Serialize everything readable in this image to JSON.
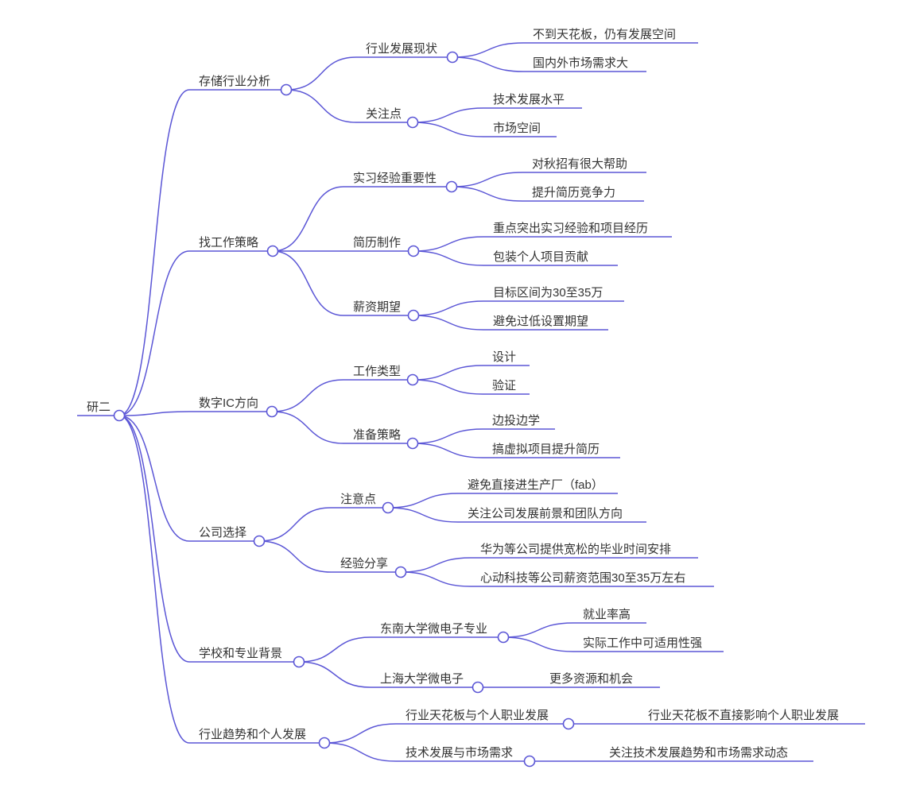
{
  "mindmap": {
    "root": "研二",
    "branches": [
      {
        "label": "存储行业分析",
        "children": [
          {
            "label": "行业发展现状",
            "children": [
              "不到天花板，仍有发展空间",
              "国内外市场需求大"
            ]
          },
          {
            "label": "关注点",
            "children": [
              "技术发展水平",
              "市场空间"
            ]
          }
        ]
      },
      {
        "label": "找工作策略",
        "children": [
          {
            "label": "实习经验重要性",
            "children": [
              "对秋招有很大帮助",
              "提升简历竞争力"
            ]
          },
          {
            "label": "简历制作",
            "children": [
              "重点突出实习经验和项目经历",
              "包装个人项目贡献"
            ]
          },
          {
            "label": "薪资期望",
            "children": [
              "目标区间为30至35万",
              "避免过低设置期望"
            ]
          }
        ]
      },
      {
        "label": "数字IC方向",
        "children": [
          {
            "label": "工作类型",
            "children": [
              "设计",
              "验证"
            ]
          },
          {
            "label": "准备策略",
            "children": [
              "边投边学",
              "搞虚拟项目提升简历"
            ]
          }
        ]
      },
      {
        "label": "公司选择",
        "children": [
          {
            "label": "注意点",
            "children": [
              "避免直接进生产厂（fab）",
              "关注公司发展前景和团队方向"
            ]
          },
          {
            "label": "经验分享",
            "children": [
              "华为等公司提供宽松的毕业时间安排",
              "心动科技等公司薪资范围30至35万左右"
            ]
          }
        ]
      },
      {
        "label": "学校和专业背景",
        "children": [
          {
            "label": "东南大学微电子专业",
            "children": [
              "就业率高",
              "实际工作中可适用性强"
            ]
          },
          {
            "label": "上海大学微电子",
            "children": [
              "更多资源和机会"
            ]
          }
        ]
      },
      {
        "label": "行业趋势和个人发展",
        "children": [
          {
            "label": "行业天花板与个人职业发展",
            "children": [
              "行业天花板不直接影响个人职业发展"
            ]
          },
          {
            "label": "技术发展与市场需求",
            "children": [
              "关注技术发展趋势和市场需求动态"
            ]
          }
        ]
      }
    ]
  },
  "colors": {
    "line": "#5b56d6",
    "text": "#333333",
    "background": "#ffffff"
  }
}
